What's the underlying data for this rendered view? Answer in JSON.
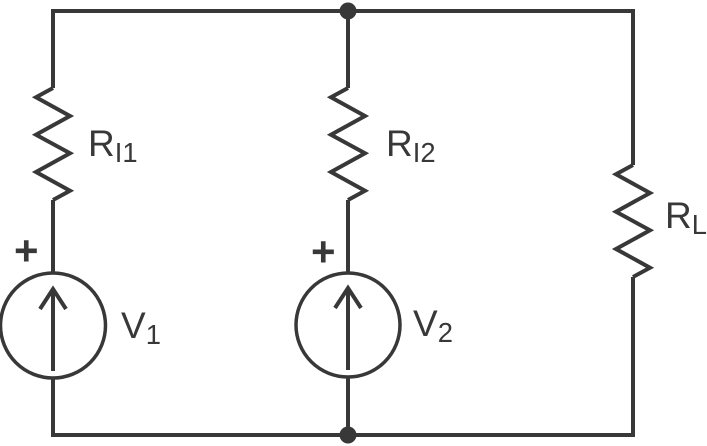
{
  "colors": {
    "line": "#383838",
    "background": "#ffffff"
  },
  "diagram": {
    "type": "circuit-schematic",
    "labels": {
      "r_i1": {
        "base": "R",
        "sub": "I1"
      },
      "r_i2": {
        "base": "R",
        "sub": "I2"
      },
      "r_l": {
        "base": "R",
        "sub": "L"
      },
      "v1": {
        "base": "V",
        "sub": "1"
      },
      "v2": {
        "base": "V",
        "sub": "2"
      }
    },
    "symbols": {
      "plus_v1": "+",
      "plus_v2": "+"
    }
  }
}
